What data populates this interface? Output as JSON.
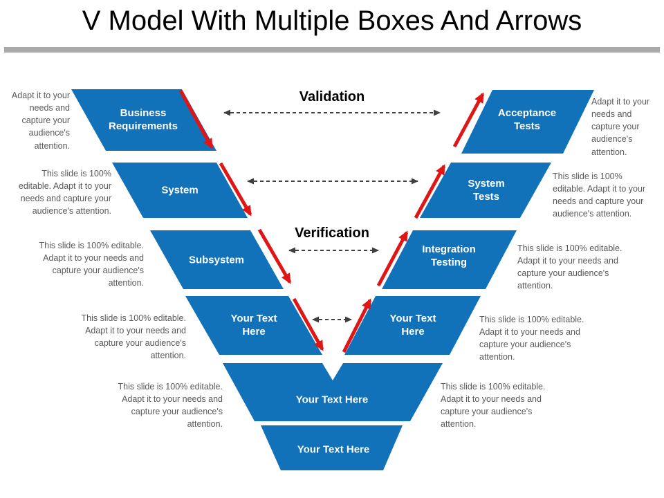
{
  "slide": {
    "title": "V Model With Multiple Boxes And Arrows"
  },
  "labels": {
    "validation": "Validation",
    "verification": "Verification"
  },
  "boxes": {
    "left": [
      {
        "label": "Business\nRequirements",
        "note": "Adapt it to your\nneeds and\ncapture your\naudience's\nattention."
      },
      {
        "label": "System",
        "note": "This slide is 100%\neditable. Adapt it to your\nneeds and capture your\naudience's attention."
      },
      {
        "label": "Subsystem",
        "note": "This slide is 100% editable.\nAdapt it to your needs and\ncapture your audience's\nattention."
      },
      {
        "label": "Your Text\nHere",
        "note": "This slide is 100% editable.\nAdapt it to your needs and\ncapture your audience's\nattention."
      }
    ],
    "right": [
      {
        "label": "Acceptance\nTests",
        "note": "Adapt it to your\nneeds and\ncapture your\naudience's\nattention."
      },
      {
        "label": "System\nTests",
        "note": "This slide is 100%\neditable. Adapt it to your\nneeds and capture your\naudience's attention."
      },
      {
        "label": "Integration\nTesting",
        "note": "This slide is 100% editable.\nAdapt it to your needs and\ncapture your audience's\nattention."
      },
      {
        "label": "Your Text\nHere",
        "note": "This slide is 100% editable.\nAdapt it to your needs and\ncapture your audience's\nattention."
      }
    ],
    "bottom": [
      {
        "label": "Your Text Here",
        "note_left": "This slide is 100% editable.\nAdapt it to your needs and\ncapture your audience's\nattention.",
        "note_right": "This slide is 100% editable.\nAdapt it to your needs and\ncapture your audience's\nattention."
      },
      {
        "label": "Your Text Here"
      }
    ]
  },
  "colors": {
    "box_blue": "#1272B9",
    "arrow_red": "#E01515",
    "dashed_gray": "#3F3F3F",
    "note_gray": "#595959",
    "divider_gray": "#A9A9A9",
    "title_black": "#000000",
    "box_text_white": "#FFFFFF"
  }
}
